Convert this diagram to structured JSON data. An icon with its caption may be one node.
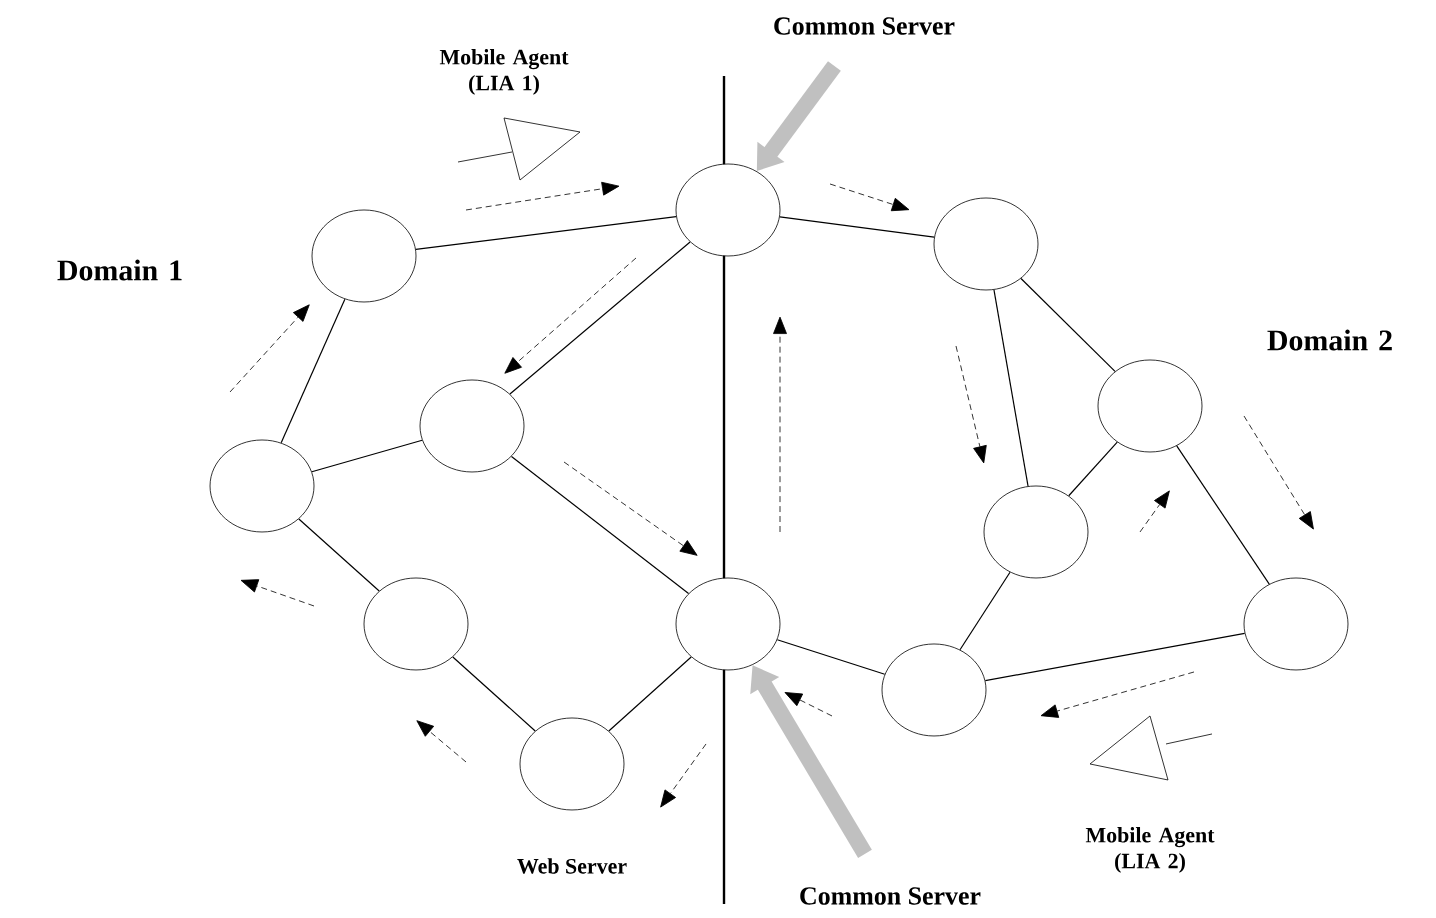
{
  "diagram": {
    "nodes": [
      {
        "text": [
          "Common Server"
        ]
      },
      {
        "text": [],
        "shape": "circle"
      },
      {
        "text": [],
        "shape": "circle"
      },
      {
        "text": [],
        "shape": "circle"
      },
      {
        "text": [],
        "shape": "circle"
      },
      {
        "text": [],
        "shape": "circle"
      },
      {
        "text": [],
        "shape": "circle"
      },
      {
        "text": [],
        "shape": "circle"
      },
      {
        "text": [],
        "shape": "circle"
      },
      {
        "text": [],
        "shape": "circle"
      },
      {
        "text": [],
        "shape": "circle"
      },
      {
        "text": [],
        "shape": "circle"
      },
      {
        "text": [],
        "shape": "circle",
        "beside": [
          "Web Server"
        ]
      },
      {
        "text": [
          "Common Server"
        ]
      }
    ],
    "edges": [
      {
        "from": 0,
        "to": 1,
        "arrow": "to",
        "style": "thick",
        "color": "#c0c0c0"
      },
      {
        "from": 13,
        "to": 8,
        "arrow": "to",
        "style": "thick",
        "color": "#c0c0c0"
      },
      {
        "from": 2,
        "to": 1,
        "arrow": "none"
      },
      {
        "from": 1,
        "to": 3,
        "arrow": "none"
      },
      {
        "from": 2,
        "to": 6,
        "arrow": "none"
      },
      {
        "from": 6,
        "to": 4,
        "arrow": "none"
      },
      {
        "from": 4,
        "to": 1,
        "arrow": "none"
      },
      {
        "from": 4,
        "to": 8,
        "arrow": "none"
      },
      {
        "from": 6,
        "to": 9,
        "arrow": "none"
      },
      {
        "from": 9,
        "to": 12,
        "arrow": "none"
      },
      {
        "from": 12,
        "to": 8,
        "arrow": "none"
      },
      {
        "from": 8,
        "to": 10,
        "arrow": "none"
      },
      {
        "from": 10,
        "to": 7,
        "arrow": "none"
      },
      {
        "from": 10,
        "to": 11,
        "arrow": "none"
      },
      {
        "from": 7,
        "to": 3,
        "arrow": "none"
      },
      {
        "from": 3,
        "to": 5,
        "arrow": "none"
      },
      {
        "from": 5,
        "to": 7,
        "arrow": "none"
      },
      {
        "from": 5,
        "to": 11,
        "arrow": "none"
      }
    ],
    "labels": [
      "Mobile Agent (LIA 1)",
      "Domain 1",
      "Domain 2",
      "Mobile Agent (LIA 2)"
    ]
  }
}
